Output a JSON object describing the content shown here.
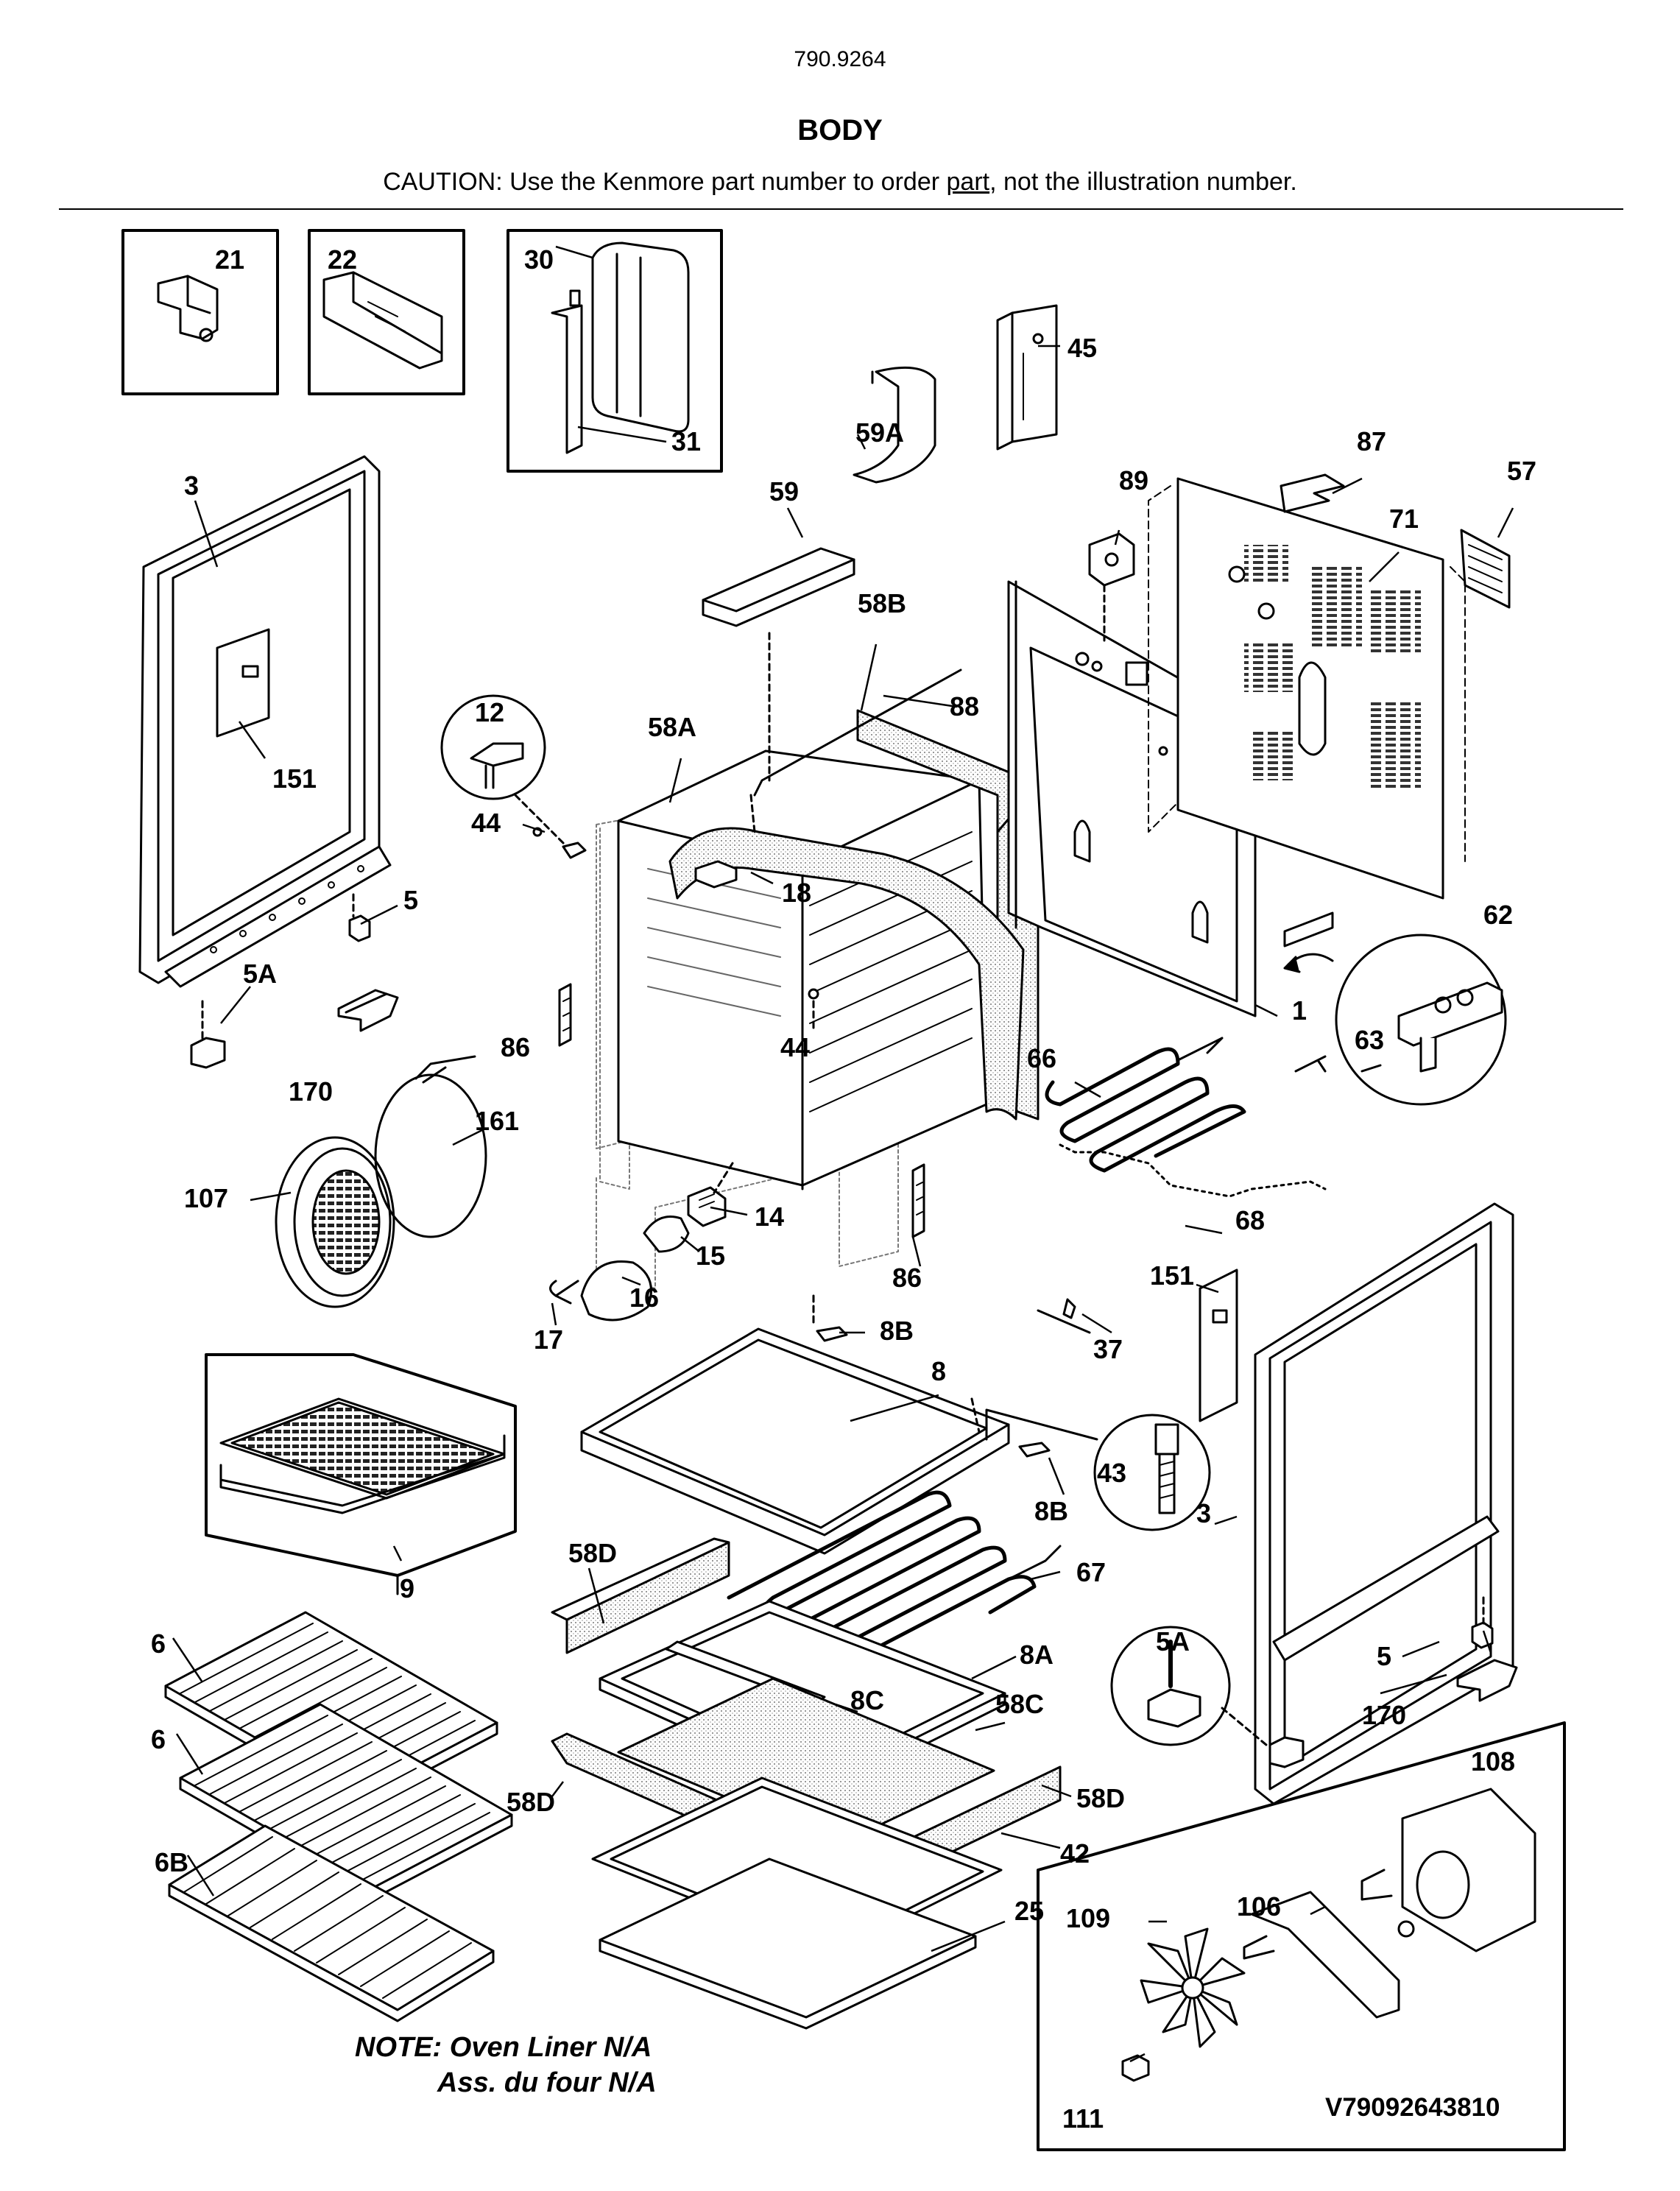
{
  "header": {
    "model_number": "790.9264",
    "section_title": "BODY",
    "caution_prefix": "CAUTION: Use the Kenmore part number to order ",
    "caution_link": "part",
    "caution_suffix": ", not the illustration number."
  },
  "notes": {
    "line1": "NOTE: Oven Liner N/A",
    "line2": "Ass. du four N/A"
  },
  "diagram_code": "V79092643810",
  "callouts": {
    "c21": "21",
    "c22": "22",
    "c30": "30",
    "c31": "31",
    "c45": "45",
    "c59A": "59A",
    "c59": "59",
    "c89": "89",
    "c87": "87",
    "c57": "57",
    "c71": "71",
    "c3_left": "3",
    "c151_left": "151",
    "c12": "12",
    "c44_top": "44",
    "c58A": "58A",
    "c58B": "58B",
    "c88": "88",
    "c18": "18",
    "c5_left": "5",
    "c5A_left": "5A",
    "c170_left": "170",
    "c86_left": "86",
    "c44_mid": "44",
    "c62": "62",
    "c63": "63",
    "c1": "1",
    "c66": "66",
    "c161": "161",
    "c107": "107",
    "c14": "14",
    "c15": "15",
    "c16": "16",
    "c17": "17",
    "c86_right": "86",
    "c68": "68",
    "c151_right": "151",
    "c37": "37",
    "c8B_top": "8B",
    "c8": "8",
    "c43": "43",
    "c8B_bot": "8B",
    "c3_right": "3",
    "c9": "9",
    "c58D_top": "58D",
    "c67": "67",
    "c5A_right": "5A",
    "c5_right": "5",
    "c170_right": "170",
    "c8A": "8A",
    "c8C": "8C",
    "c58C": "58C",
    "c58D_right": "58D",
    "c58D_left": "58D",
    "c42": "42",
    "c25": "25",
    "c6_a": "6",
    "c6_b": "6",
    "c6B": "6B",
    "c108": "108",
    "c106": "106",
    "c109": "109",
    "c111": "111"
  }
}
